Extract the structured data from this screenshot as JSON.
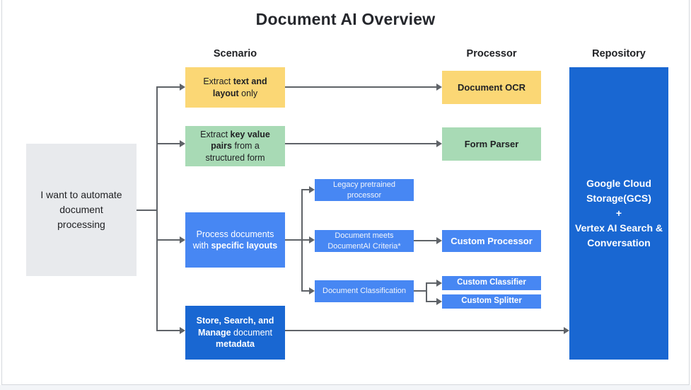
{
  "title": "Document AI Overview",
  "columns": {
    "scenario": "Scenario",
    "processor": "Processor",
    "repository": "Repository"
  },
  "colors": {
    "yellow": "#FBD775",
    "green": "#A8DAB5",
    "blue": "#4787F3",
    "dark_blue": "#1967D2",
    "root_gray": "#E8EAED",
    "connector_gray": "#5F6368",
    "text_dark": "#202124"
  },
  "nodes": {
    "root": {
      "segments": [
        {
          "t": "I want to automate"
        },
        {
          "nl": true
        },
        {
          "t": "document"
        },
        {
          "nl": true
        },
        {
          "t": "processing"
        }
      ]
    },
    "extract_text_layout": {
      "segments": [
        {
          "t": "Extract "
        },
        {
          "t": "text and",
          "b": true
        },
        {
          "nl": true
        },
        {
          "t": "layout",
          "b": true
        },
        {
          "t": " only"
        }
      ]
    },
    "extract_key_value": {
      "segments": [
        {
          "t": "Extract "
        },
        {
          "t": "key value",
          "b": true
        },
        {
          "nl": true
        },
        {
          "t": "pairs",
          "b": true
        },
        {
          "t": " from a"
        },
        {
          "nl": true
        },
        {
          "t": "structured form"
        }
      ]
    },
    "process_specific_layouts": {
      "segments": [
        {
          "t": "Process documents"
        },
        {
          "nl": true
        },
        {
          "t": "with "
        },
        {
          "t": "specific layouts",
          "b": true
        }
      ]
    },
    "store_search_manage": {
      "segments": [
        {
          "t": "Store, Search, and",
          "b": true
        },
        {
          "nl": true
        },
        {
          "t": "Manage",
          "b": true
        },
        {
          "t": " document"
        },
        {
          "nl": true
        },
        {
          "t": "metadata",
          "b": true
        }
      ]
    },
    "legacy_pretrained": {
      "segments": [
        {
          "t": "Legacy pretrained"
        },
        {
          "nl": true
        },
        {
          "t": "processor"
        }
      ]
    },
    "document_meets_criteria": {
      "segments": [
        {
          "t": "Document meets"
        },
        {
          "nl": true
        },
        {
          "t": "DocumentAI Criteria*"
        }
      ]
    },
    "document_classification": {
      "segments": [
        {
          "t": "Document Classification"
        }
      ]
    },
    "document_ocr": {
      "segments": [
        {
          "t": "Document OCR",
          "b": true
        }
      ]
    },
    "form_parser": {
      "segments": [
        {
          "t": "Form Parser",
          "b": true
        }
      ]
    },
    "custom_processor": {
      "segments": [
        {
          "t": "Custom Processor",
          "b": true
        }
      ]
    },
    "custom_classifier": {
      "segments": [
        {
          "t": "Custom Classifier",
          "b": true
        }
      ]
    },
    "custom_splitter": {
      "segments": [
        {
          "t": "Custom Splitter",
          "b": true
        }
      ]
    },
    "repository_box": {
      "segments": [
        {
          "t": "Google Cloud",
          "b": true
        },
        {
          "nl": true
        },
        {
          "t": "Storage(GCS)",
          "b": true
        },
        {
          "nl": true
        },
        {
          "t": "+",
          "b": true
        },
        {
          "nl": true
        },
        {
          "t": "Vertex AI Search &",
          "b": true
        },
        {
          "nl": true
        },
        {
          "t": "Conversation",
          "b": true
        }
      ]
    }
  }
}
